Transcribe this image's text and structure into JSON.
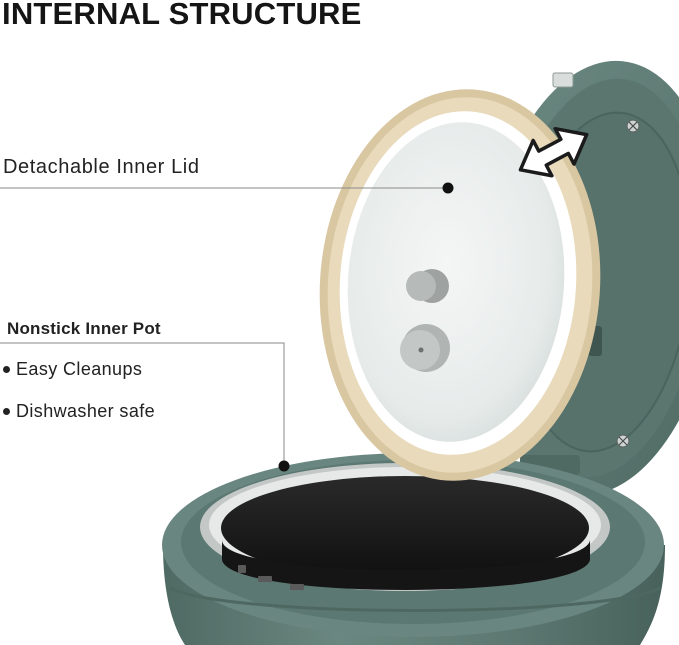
{
  "header": {
    "title": "INTERNAL STRUCTURE"
  },
  "callouts": {
    "inner_lid": {
      "label": "Detachable Inner Lid"
    },
    "inner_pot": {
      "label": "Nonstick Inner Pot",
      "bullets": [
        "Easy Cleanups",
        "Dishwasher safe"
      ]
    }
  },
  "illustration": {
    "subject": "rice cooker with open lid",
    "icons": [
      "double-arrow-icon",
      "screw-icon"
    ],
    "colors": {
      "body": "#5f7b74",
      "body_dark": "#4d6660",
      "lid_seal": "#e3d4b4",
      "lid_plate": "#eef2f1",
      "pot_coating": "#1b1b1b",
      "pot_rim": "#c9cccb",
      "line": "#8a8a8a"
    }
  }
}
